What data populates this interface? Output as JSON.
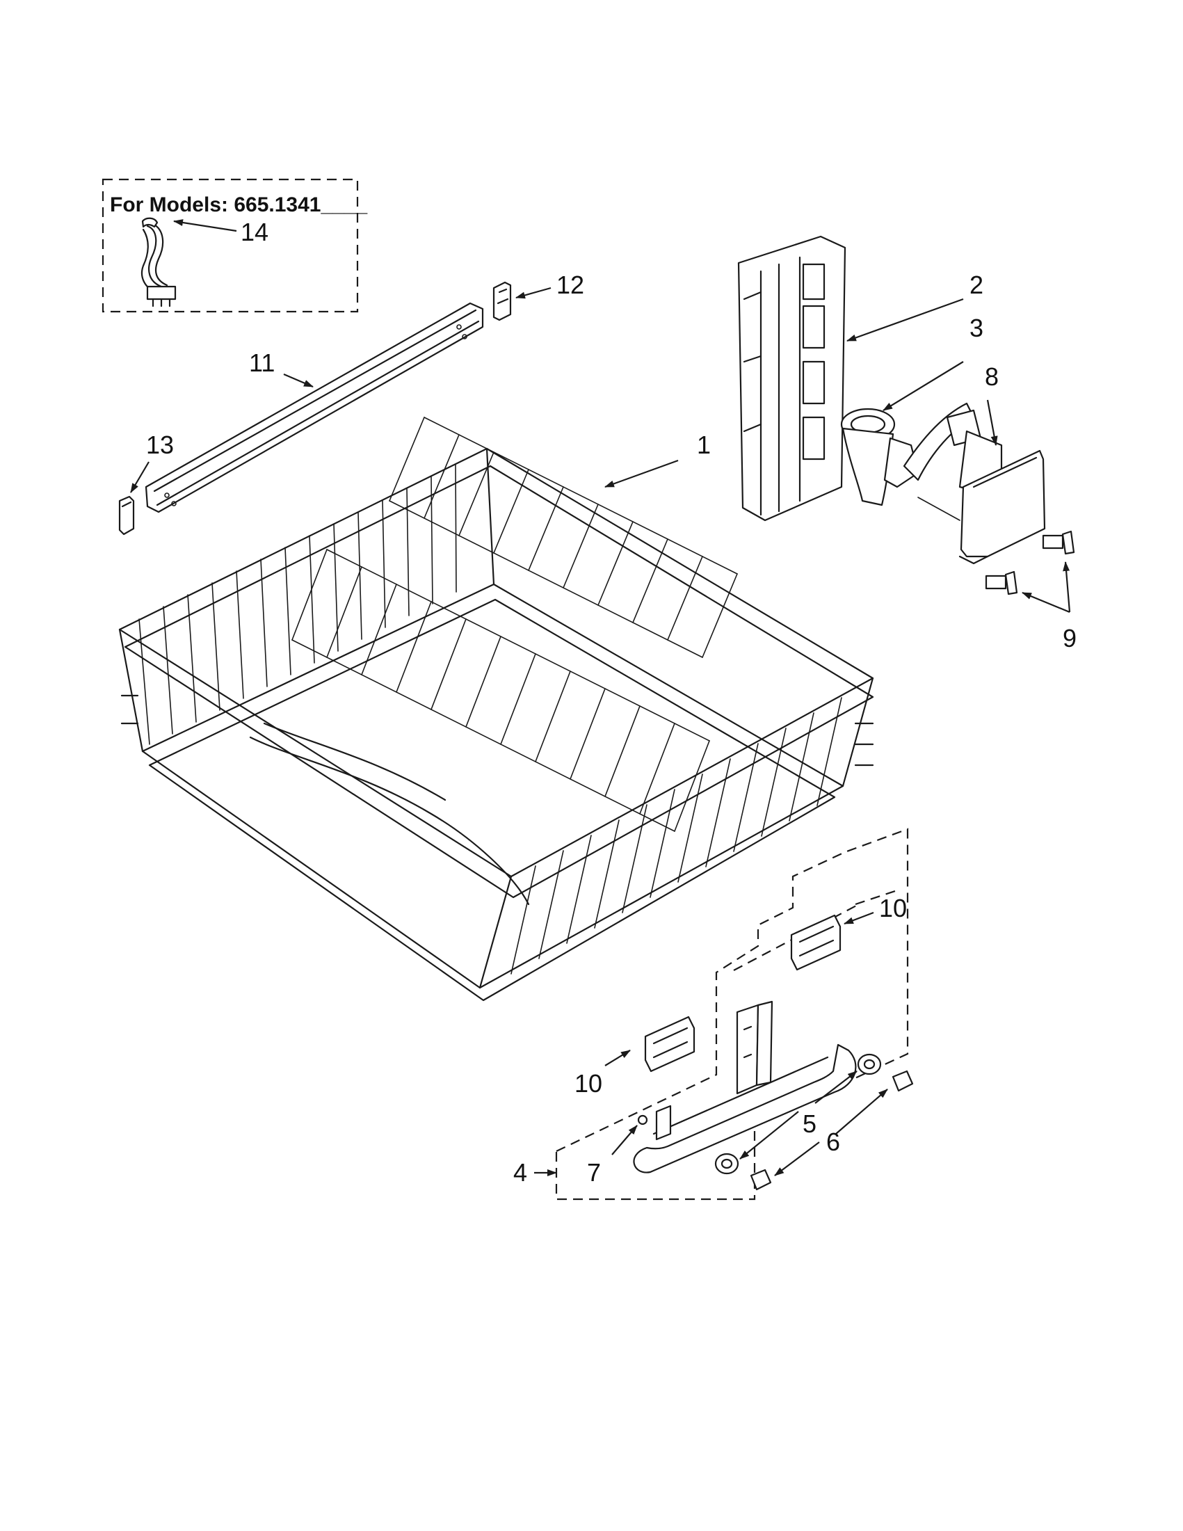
{
  "note_box": {
    "text": "For Models: 665.1341____"
  },
  "callouts": [
    {
      "id": "1",
      "label": "1"
    },
    {
      "id": "2",
      "label": "2"
    },
    {
      "id": "3",
      "label": "3"
    },
    {
      "id": "4",
      "label": "4"
    },
    {
      "id": "5",
      "label": "5"
    },
    {
      "id": "6",
      "label": "6"
    },
    {
      "id": "7",
      "label": "7"
    },
    {
      "id": "8",
      "label": "8"
    },
    {
      "id": "9",
      "label": "9"
    },
    {
      "id": "10a",
      "label": "10"
    },
    {
      "id": "10b",
      "label": "10"
    },
    {
      "id": "11",
      "label": "11"
    },
    {
      "id": "12",
      "label": "12"
    },
    {
      "id": "13",
      "label": "13"
    },
    {
      "id": "14",
      "label": "14"
    }
  ]
}
